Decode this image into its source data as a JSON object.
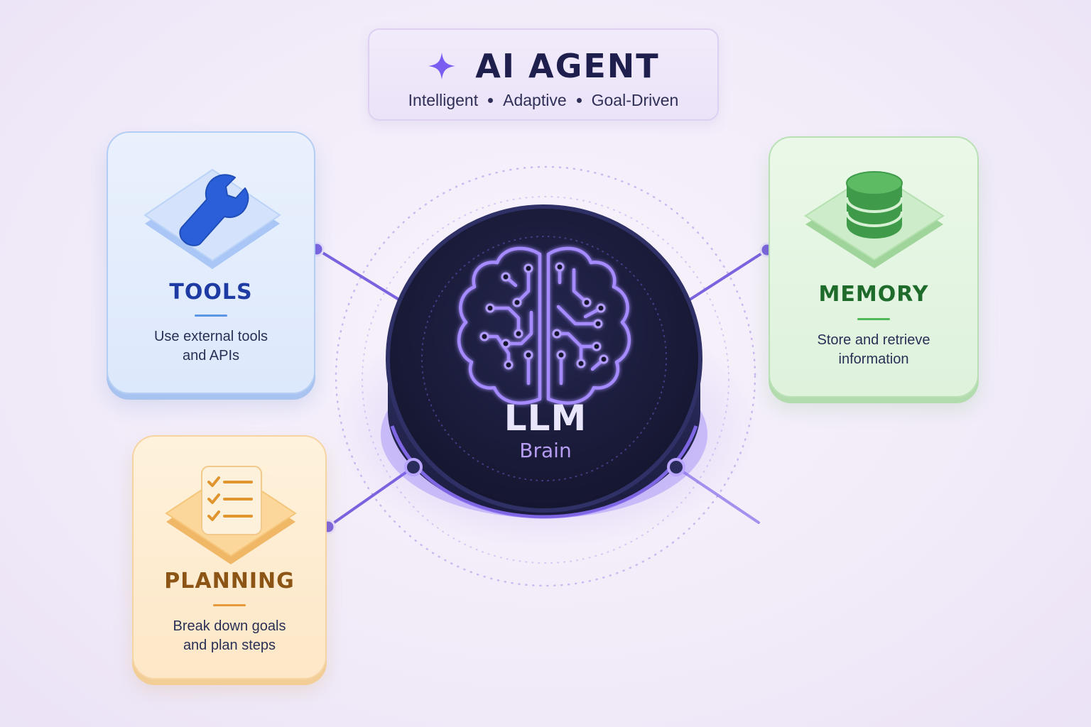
{
  "header": {
    "title": "AI AGENT",
    "traits": [
      "Intelligent",
      "Adaptive",
      "Goal-Driven"
    ]
  },
  "hub": {
    "title": "LLM",
    "subtitle": "Brain"
  },
  "components": {
    "tools": {
      "title": "TOOLS",
      "description_line1": "Use external tools",
      "description_line2": "and APIs",
      "icon": "wrench-icon",
      "color": "#1e3aa3"
    },
    "memory": {
      "title": "MEMORY",
      "description_line1": "Store and retrieve",
      "description_line2": "information",
      "icon": "database-icon",
      "color": "#1e6b2c"
    },
    "planning": {
      "title": "PLANNING",
      "description_line1": "Break down goals",
      "description_line2": "and plan steps",
      "icon": "checklist-icon",
      "color": "#8c5415"
    }
  },
  "colors": {
    "accent": "#7b5cf0",
    "hub_fill": "#1d1f45",
    "background": "#f3edf9"
  }
}
